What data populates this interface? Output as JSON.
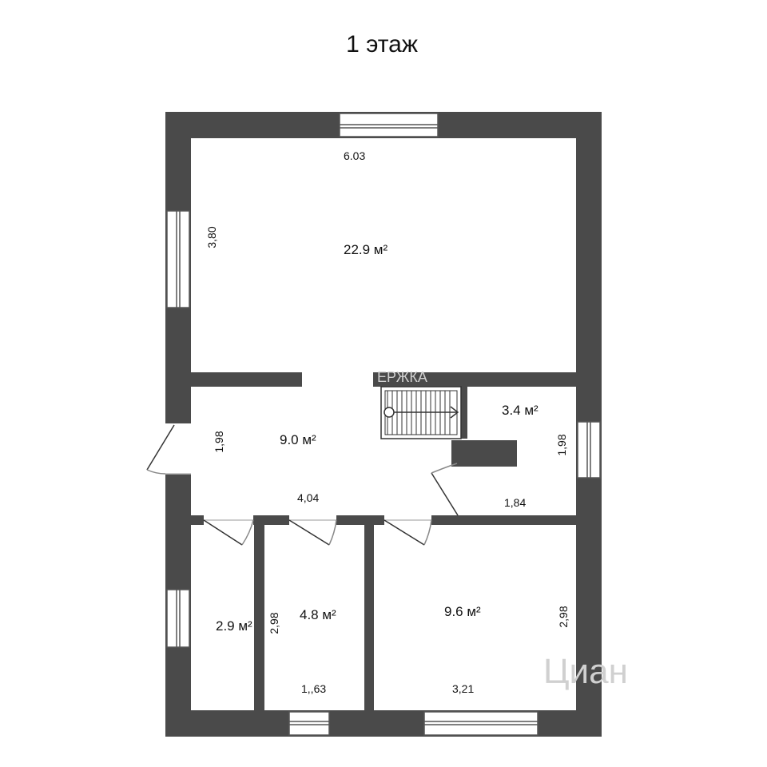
{
  "title": "1 этаж",
  "colors": {
    "wall": "#4a4a4a",
    "floor": "#ffffff",
    "window_frame": "#555555"
  },
  "rooms": {
    "living": {
      "area": "22.9 м²",
      "width": "6.03",
      "height": "3,80"
    },
    "hall": {
      "area": "9.0 м²",
      "width": "4,04",
      "height": "1,98"
    },
    "storage": {
      "area": "3.4 м²",
      "width": "1,84",
      "height": "1,98"
    },
    "bath": {
      "area": "2.9 м²",
      "height": "2,98"
    },
    "small_room": {
      "area": "4.8 м²",
      "width": "1,,63"
    },
    "bedroom": {
      "area": "9.6 м²",
      "width": "3,21",
      "height": "2,98"
    }
  },
  "watermarks": {
    "cian": "Циан",
    "hall_mark": "ЕРЖКА"
  }
}
